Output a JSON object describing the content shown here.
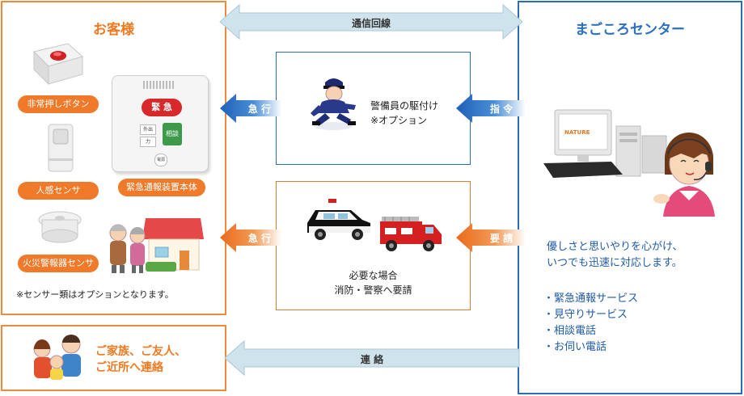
{
  "left_panel": {
    "title": "お客様",
    "devices": [
      {
        "label": "非常押しボタン"
      },
      {
        "label": "人感センサ"
      },
      {
        "label": "火災警報器センサ"
      }
    ],
    "main_unit": {
      "label": "緊急通報装置本体",
      "emergency_button": "緊 急",
      "consult_button": "相談",
      "side_key_1": "外出",
      "side_key_2": "力",
      "power_key": "電源"
    },
    "note": "※センサー類はオプションとなります。"
  },
  "family_panel": {
    "line1": "ご家族、ご友人、",
    "line2": "ご近所へ連絡"
  },
  "right_panel": {
    "title": "まごころセンター",
    "monitor_logo": "NATURE",
    "message_line1": "優しさと思いやりを心がけ、",
    "message_line2": "いつでも迅速に対応します。",
    "services": [
      "・緊急通報サービス",
      "・見守りサービス",
      "・相談電話",
      "・お伺い電話"
    ]
  },
  "top_link": {
    "label": "通信回線"
  },
  "guard_box": {
    "line1": "警備員の駆付け",
    "line2": "※オプション",
    "arrow_in": "指 令",
    "arrow_out": "急 行"
  },
  "fire_police_box": {
    "line1": "必要な場合",
    "line2": "消防・警察へ要請",
    "arrow_in": "要 請",
    "arrow_out": "急 行"
  },
  "bottom_link": {
    "label": "連 絡"
  },
  "colors": {
    "orange": "#f07a22",
    "blue": "#2a6fc0",
    "light_blue": "#cfe3ec"
  }
}
